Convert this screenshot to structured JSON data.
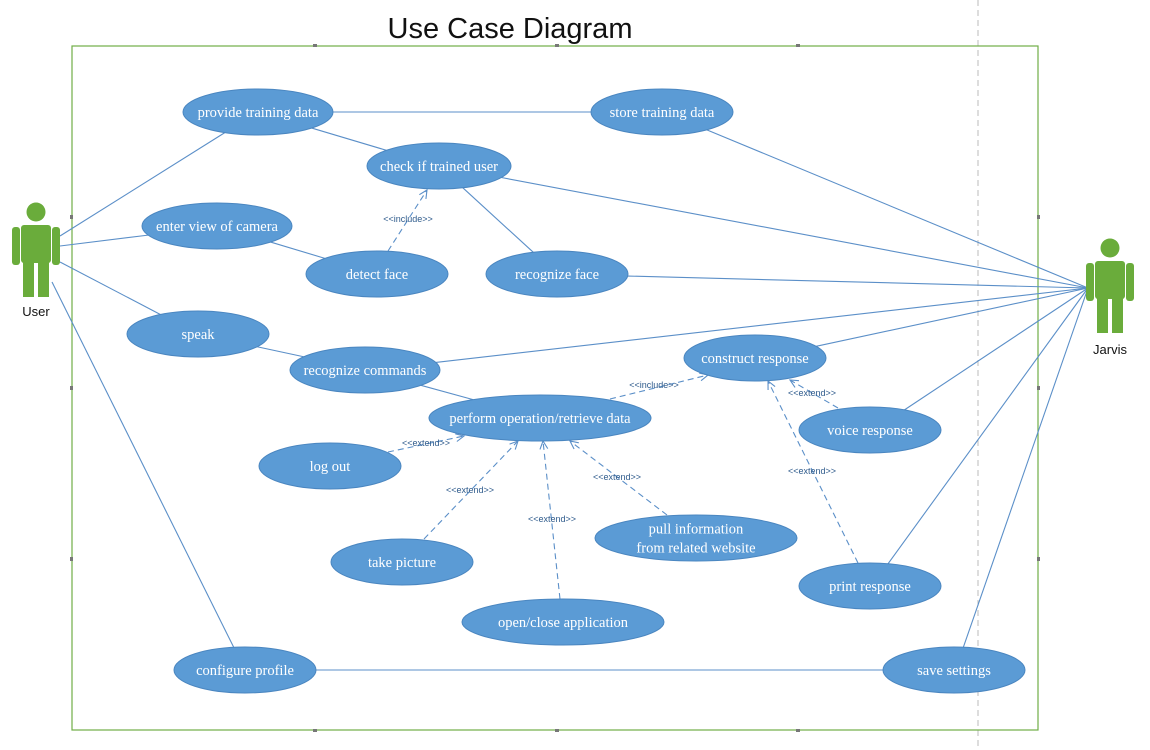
{
  "title": "Use Case Diagram",
  "actors": [
    {
      "id": "user",
      "label": "User"
    },
    {
      "id": "jarvis",
      "label": "Jarvis"
    }
  ],
  "use_cases": [
    {
      "id": "provide-training-data",
      "lines": [
        "provide training data"
      ]
    },
    {
      "id": "store-training-data",
      "lines": [
        "store training data"
      ]
    },
    {
      "id": "check-if-trained-user",
      "lines": [
        "check if trained user"
      ]
    },
    {
      "id": "enter-view-of-camera",
      "lines": [
        "enter view of camera"
      ]
    },
    {
      "id": "detect-face",
      "lines": [
        "detect face"
      ]
    },
    {
      "id": "recognize-face",
      "lines": [
        "recognize face"
      ]
    },
    {
      "id": "speak",
      "lines": [
        "speak"
      ]
    },
    {
      "id": "recognize-commands",
      "lines": [
        "recognize commands"
      ]
    },
    {
      "id": "construct-response",
      "lines": [
        "construct response"
      ]
    },
    {
      "id": "perform-operation",
      "lines": [
        "perform operation/retrieve data"
      ]
    },
    {
      "id": "voice-response",
      "lines": [
        "voice response"
      ]
    },
    {
      "id": "log-out",
      "lines": [
        "log out"
      ]
    },
    {
      "id": "take-picture",
      "lines": [
        "take picture"
      ]
    },
    {
      "id": "open-close-application",
      "lines": [
        "open/close application"
      ]
    },
    {
      "id": "pull-information",
      "lines": [
        "pull information",
        "from related website"
      ]
    },
    {
      "id": "print-response",
      "lines": [
        "print response"
      ]
    },
    {
      "id": "configure-profile",
      "lines": [
        "configure profile"
      ]
    },
    {
      "id": "save-settings",
      "lines": [
        "save settings"
      ]
    }
  ],
  "associations": [
    [
      "user",
      "provide-training-data"
    ],
    [
      "user",
      "enter-view-of-camera"
    ],
    [
      "user",
      "speak"
    ],
    [
      "user",
      "configure-profile"
    ],
    [
      "provide-training-data",
      "store-training-data"
    ],
    [
      "provide-training-data",
      "check-if-trained-user"
    ],
    [
      "enter-view-of-camera",
      "detect-face"
    ],
    [
      "check-if-trained-user",
      "recognize-face"
    ],
    [
      "speak",
      "recognize-commands"
    ],
    [
      "recognize-commands",
      "perform-operation"
    ],
    [
      "configure-profile",
      "save-settings"
    ],
    [
      "store-training-data",
      "jarvis"
    ],
    [
      "check-if-trained-user",
      "jarvis"
    ],
    [
      "recognize-face",
      "jarvis"
    ],
    [
      "recognize-commands",
      "jarvis"
    ],
    [
      "construct-response",
      "jarvis"
    ],
    [
      "voice-response",
      "jarvis"
    ],
    [
      "print-response",
      "jarvis"
    ],
    [
      "save-settings",
      "jarvis"
    ]
  ],
  "dependencies": [
    {
      "from": "detect-face",
      "to": "check-if-trained-user",
      "label": "<<include>>"
    },
    {
      "from": "perform-operation",
      "to": "construct-response",
      "label": "<<include>>"
    },
    {
      "from": "voice-response",
      "to": "construct-response",
      "label": "<<extend>>"
    },
    {
      "from": "print-response",
      "to": "construct-response",
      "label": "<<extend>>"
    },
    {
      "from": "log-out",
      "to": "perform-operation",
      "label": "<<extend>>"
    },
    {
      "from": "take-picture",
      "to": "perform-operation",
      "label": "<<extend>>"
    },
    {
      "from": "open-close-application",
      "to": "perform-operation",
      "label": "<<extend>>"
    },
    {
      "from": "pull-information",
      "to": "perform-operation",
      "label": "<<extend>>"
    }
  ],
  "colors": {
    "use_case_fill": "#5b9bd5",
    "actor": "#6aac3b",
    "line": "#5b8fc8",
    "boundary": "#70ad47"
  }
}
